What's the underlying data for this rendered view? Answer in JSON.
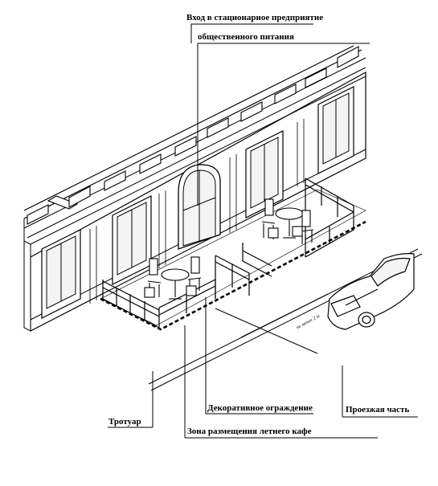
{
  "labels": {
    "entrance_line1": "Вход в стационарное предприятие",
    "entrance_line2": "общественного питания",
    "decorative_fence": "Декоративное ограждение",
    "roadway": "Проезжая часть",
    "sidewalk": "Тротуар",
    "summer_cafe_zone": "Зона размещения летнего кафе",
    "scale_note": "не менее 2 м"
  },
  "colors": {
    "ink": "#000000",
    "paper": "#ffffff",
    "glass": "#f4f4f4"
  }
}
